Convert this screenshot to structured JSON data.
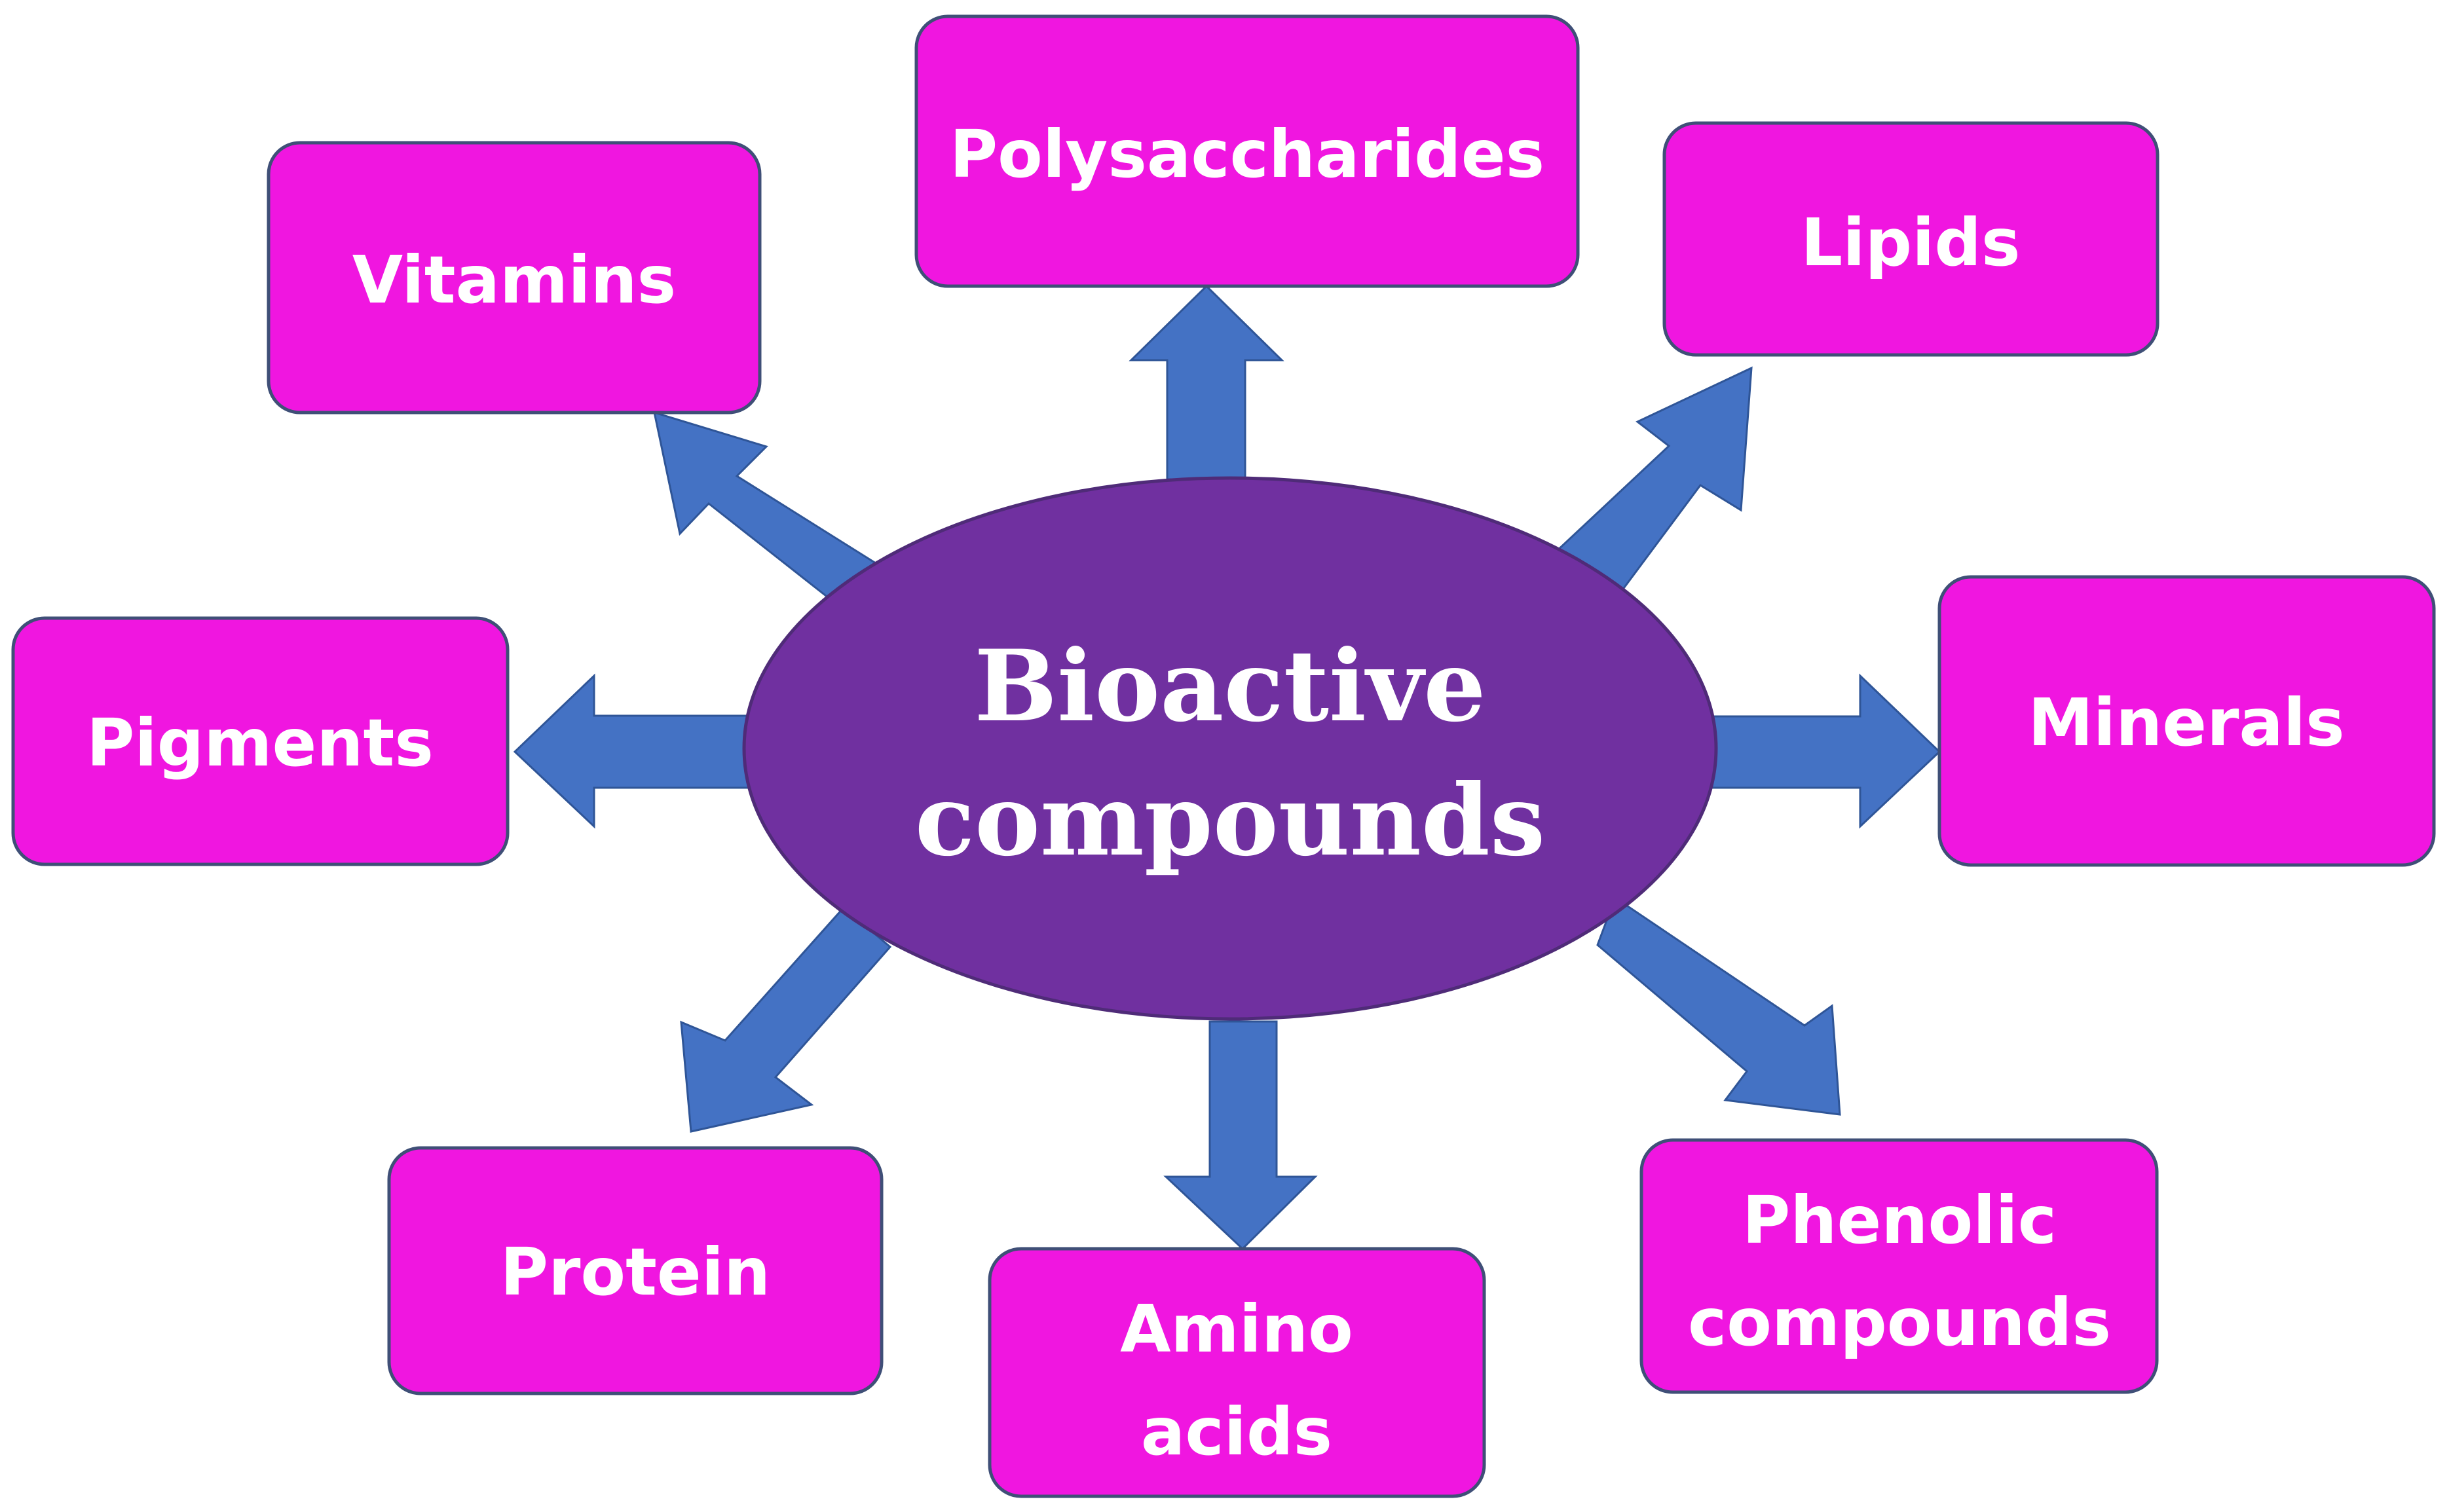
{
  "diagram": {
    "hub": {
      "line1": "Bioactive",
      "line2": "compounds"
    },
    "nodes": {
      "polysaccharides": "Polysaccharides",
      "lipids": "Lipids",
      "vitamins": "Vitamins",
      "pigments": "Pigments",
      "minerals": "Minerals",
      "protein": "Protein",
      "amino_acids_1": "Amino",
      "amino_acids_2": "acids",
      "phenolic_1": "Phenolic",
      "phenolic_2": "compounds"
    },
    "colors": {
      "node_fill": "#f016e0",
      "hub_fill": "#7030a0",
      "arrow_fill": "#4472c4",
      "text": "#ffffff"
    }
  }
}
